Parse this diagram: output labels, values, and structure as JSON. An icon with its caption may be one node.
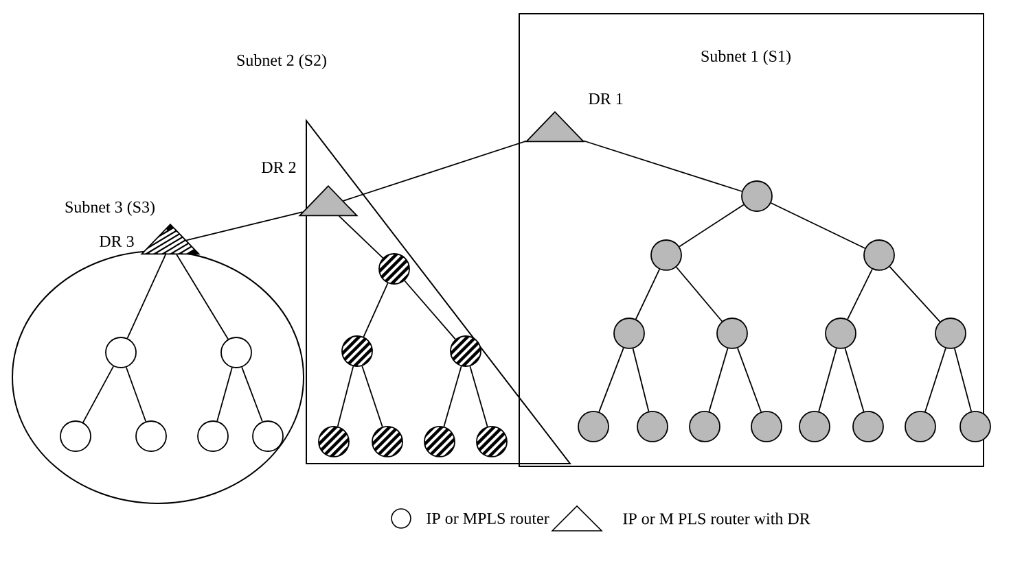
{
  "diagram": {
    "nodes": [
      {
        "text": [
          "Subnet 1 (S1)"
        ]
      },
      {
        "text": [],
        "shape": "triangle",
        "in": 0,
        "beside": [
          "DR 1"
        ]
      },
      {
        "text": [],
        "shape": "circle",
        "in": 0
      },
      {
        "text": [],
        "shape": "circle",
        "in": 0
      },
      {
        "text": [],
        "shape": "circle",
        "in": 0
      },
      {
        "text": [],
        "shape": "circle",
        "in": 0
      },
      {
        "text": [],
        "shape": "circle",
        "in": 0
      },
      {
        "text": [],
        "shape": "circle",
        "in": 0
      },
      {
        "text": [],
        "shape": "circle",
        "in": 0
      },
      {
        "text": [],
        "shape": "circle",
        "in": 0
      },
      {
        "text": [],
        "shape": "circle",
        "in": 0
      },
      {
        "text": [],
        "shape": "circle",
        "in": 0
      },
      {
        "text": [],
        "shape": "circle",
        "in": 0
      },
      {
        "text": [],
        "shape": "circle",
        "in": 0
      },
      {
        "text": [],
        "shape": "circle",
        "in": 0
      },
      {
        "text": [],
        "shape": "circle",
        "in": 0
      },
      {
        "text": [],
        "shape": "circle",
        "in": 0
      },
      {
        "text": [
          "Subnet 2 (S2)"
        ]
      },
      {
        "text": [],
        "shape": "triangle",
        "beside": [
          "DR 2"
        ]
      },
      {
        "text": [],
        "shape": "circle",
        "in": 17
      },
      {
        "text": [],
        "shape": "circle",
        "in": 17
      },
      {
        "text": [],
        "shape": "circle",
        "in": 17
      },
      {
        "text": [],
        "shape": "circle",
        "in": 17
      },
      {
        "text": [],
        "shape": "circle",
        "in": 17
      },
      {
        "text": [],
        "shape": "circle",
        "in": 17
      },
      {
        "text": [],
        "shape": "circle",
        "in": 17
      },
      {
        "text": [
          "Subnet 3 (S3)"
        ]
      },
      {
        "text": [],
        "shape": "triangle",
        "beside": [
          "DR 3"
        ]
      },
      {
        "text": [],
        "shape": "circle",
        "in": 26
      },
      {
        "text": [],
        "shape": "circle",
        "in": 26
      },
      {
        "text": [],
        "shape": "circle",
        "in": 26
      },
      {
        "text": [],
        "shape": "circle",
        "in": 26
      },
      {
        "text": [],
        "shape": "circle",
        "in": 26
      },
      {
        "text": [],
        "shape": "circle",
        "in": 26
      }
    ],
    "edges": [
      {
        "from": 1,
        "to": 2,
        "arrow": "none"
      },
      {
        "from": 2,
        "to": 3,
        "arrow": "none"
      },
      {
        "from": 2,
        "to": 4,
        "arrow": "none"
      },
      {
        "from": 3,
        "to": 5,
        "arrow": "none"
      },
      {
        "from": 3,
        "to": 6,
        "arrow": "none"
      },
      {
        "from": 4,
        "to": 7,
        "arrow": "none"
      },
      {
        "from": 4,
        "to": 8,
        "arrow": "none"
      },
      {
        "from": 5,
        "to": 9,
        "arrow": "none"
      },
      {
        "from": 5,
        "to": 10,
        "arrow": "none"
      },
      {
        "from": 6,
        "to": 11,
        "arrow": "none"
      },
      {
        "from": 6,
        "to": 12,
        "arrow": "none"
      },
      {
        "from": 7,
        "to": 13,
        "arrow": "none"
      },
      {
        "from": 7,
        "to": 14,
        "arrow": "none"
      },
      {
        "from": 8,
        "to": 15,
        "arrow": "none"
      },
      {
        "from": 8,
        "to": 16,
        "arrow": "none"
      },
      {
        "from": 18,
        "to": 1,
        "arrow": "none"
      },
      {
        "from": 18,
        "to": 19,
        "arrow": "none"
      },
      {
        "from": 19,
        "to": 20,
        "arrow": "none"
      },
      {
        "from": 19,
        "to": 21,
        "arrow": "none"
      },
      {
        "from": 20,
        "to": 22,
        "arrow": "none"
      },
      {
        "from": 20,
        "to": 23,
        "arrow": "none"
      },
      {
        "from": 21,
        "to": 24,
        "arrow": "none"
      },
      {
        "from": 21,
        "to": 25,
        "arrow": "none"
      },
      {
        "from": 27,
        "to": 18,
        "arrow": "none"
      },
      {
        "from": 27,
        "to": 28,
        "arrow": "none"
      },
      {
        "from": 27,
        "to": 29,
        "arrow": "none"
      },
      {
        "from": 28,
        "to": 30,
        "arrow": "none"
      },
      {
        "from": 28,
        "to": 31,
        "arrow": "none"
      },
      {
        "from": 29,
        "to": 32,
        "arrow": "none"
      },
      {
        "from": 29,
        "to": 33,
        "arrow": "none"
      }
    ],
    "legend": [
      {
        "text": "IP or MPLS router"
      },
      {
        "text": "IP or M PLS router with DR"
      }
    ]
  }
}
